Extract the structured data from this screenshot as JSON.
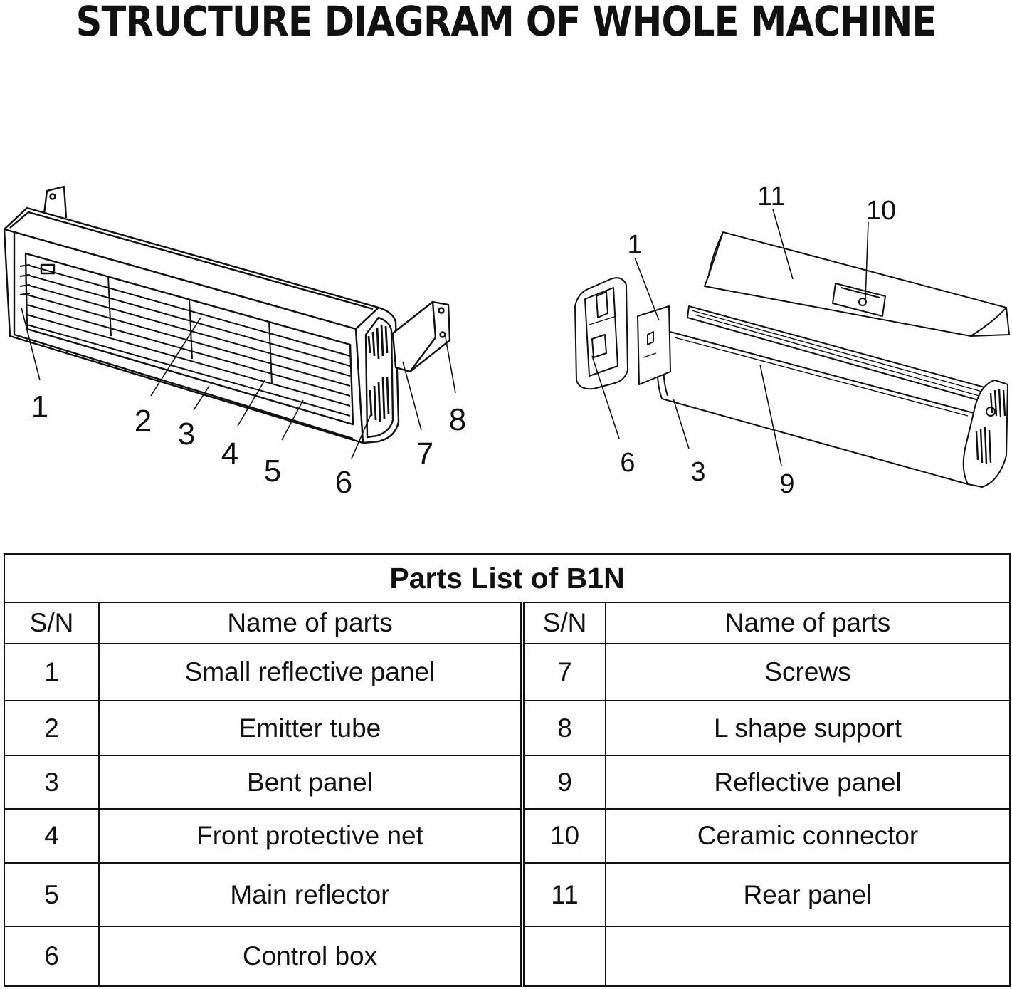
{
  "title": "STRUCTURE DIAGRAM OF WHOLE MACHINE",
  "left_view": {
    "callouts": [
      "1",
      "2",
      "3",
      "4",
      "5",
      "6",
      "7",
      "8"
    ]
  },
  "right_view": {
    "callouts": [
      "11",
      "10",
      "1",
      "6",
      "3",
      "9"
    ]
  },
  "parts_table": {
    "caption": "Parts List of B1N",
    "headers": [
      "S/N",
      "Name of parts",
      "S/N",
      "Name of parts"
    ],
    "rows": [
      {
        "sn_left": "1",
        "name_left": "Small reflective panel",
        "sn_right": "7",
        "name_right": "Screws"
      },
      {
        "sn_left": "2",
        "name_left": "Emitter tube",
        "sn_right": "8",
        "name_right": "L shape support"
      },
      {
        "sn_left": "3",
        "name_left": "Bent panel",
        "sn_right": "9",
        "name_right": "Reflective panel"
      },
      {
        "sn_left": "4",
        "name_left": "Front protective net",
        "sn_right": "10",
        "name_right": "Ceramic connector"
      },
      {
        "sn_left": "5",
        "name_left": "Main reflector",
        "sn_right": "11",
        "name_right": "Rear panel"
      },
      {
        "sn_left": "6",
        "name_left": "Control box",
        "sn_right": "",
        "name_right": ""
      }
    ]
  }
}
